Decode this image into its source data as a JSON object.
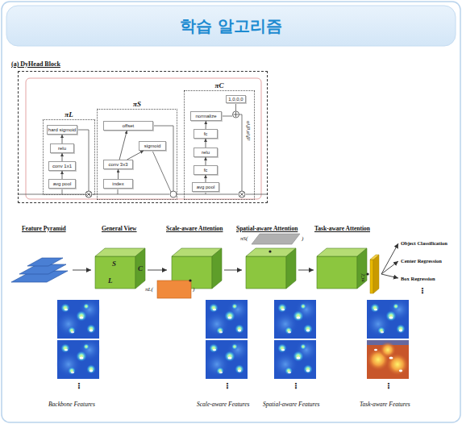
{
  "diagram": {
    "title": "학습 알고리즘",
    "nodes": [
      {
        "text": [
          "(a) DyHead Block"
        ]
      },
      {
        "text": [
          "πL"
        ],
        "in": 0
      },
      {
        "text": [
          "hard sigmoid"
        ],
        "in": 1
      },
      {
        "text": [
          "relu"
        ],
        "in": 1
      },
      {
        "text": [
          "conv 1x1"
        ],
        "in": 1
      },
      {
        "text": [
          "avg pool"
        ],
        "in": 1
      },
      {
        "text": [
          "πS"
        ],
        "in": 0
      },
      {
        "text": [
          "offset"
        ],
        "in": 6
      },
      {
        "text": [
          "sigmoid"
        ],
        "in": 6
      },
      {
        "text": [
          "conv 3x3"
        ],
        "in": 6
      },
      {
        "text": [
          "index"
        ],
        "in": 6
      },
      {
        "text": [
          "πC"
        ],
        "in": 0
      },
      {
        "text": [
          "1,0,0,0"
        ],
        "in": 11
      },
      {
        "text": [
          "normalize"
        ],
        "in": 11
      },
      {
        "text": [
          "fc"
        ],
        "in": 11
      },
      {
        "text": [
          "relu"
        ],
        "in": 11
      },
      {
        "text": [
          "fc"
        ],
        "in": 11
      },
      {
        "text": [
          "avg pool"
        ],
        "in": 11
      }
    ],
    "edges": [
      {
        "from": 5,
        "to": 4,
        "arrow": "to"
      },
      {
        "from": 4,
        "to": 3,
        "arrow": "to"
      },
      {
        "from": 3,
        "to": 2,
        "arrow": "to"
      },
      {
        "from": 10,
        "to": 9,
        "arrow": "to"
      },
      {
        "from": 9,
        "to": 7,
        "arrow": "to"
      },
      {
        "from": 9,
        "to": 8,
        "arrow": "to"
      },
      {
        "from": 17,
        "to": 16,
        "arrow": "to"
      },
      {
        "from": 16,
        "to": 15,
        "arrow": "to"
      },
      {
        "from": 15,
        "to": 14,
        "arrow": "to"
      },
      {
        "from": 14,
        "to": 13,
        "arrow": "to"
      }
    ],
    "labels": [
      "α¹,β¹,α²,β²",
      "Feature Pyramid",
      "General View",
      "Scale-aware Attention",
      "Spatial-aware Attention",
      "Task-aware Attention",
      "S",
      "C",
      "L",
      "πL(",
      ")",
      "πS(",
      ")",
      "πC(",
      "Object Classification",
      "Center Regression",
      "Box Regression",
      "⋮",
      "⋮",
      "Backbone Features",
      "⋮",
      "Scale-aware Features",
      "⋮",
      "Spatial-aware Features",
      "⋮",
      "Task-aware Features"
    ]
  }
}
